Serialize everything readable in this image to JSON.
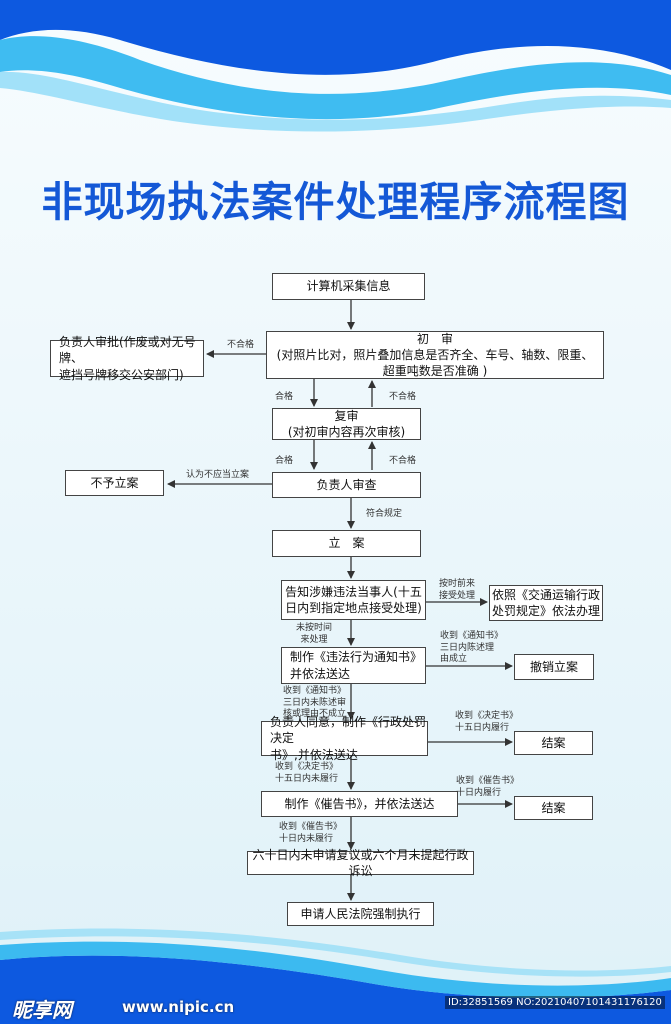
{
  "title": "非现场执法案件处理程序流程图",
  "watermark": {
    "brand": "昵享网",
    "url": "www.nipic.cn",
    "id": "ID:32851569 NO:20210407101431176120"
  },
  "colors": {
    "title": "#1458d6",
    "wave_dark": "#0d59e0",
    "wave_light": "#1fb0ee",
    "background": "#eef7fb"
  },
  "boxes": {
    "collect": "计算机采集信息",
    "initial_title": "初　审",
    "initial_line1": "(对照片比对，照片叠加信息是否齐全、车号、轴数、限重、",
    "initial_line2": "超重吨数是否准确 )",
    "leader_batch_line1": "负责人审批(作废或对无号牌、",
    "leader_batch_line2": "遮挡号牌移交公安部门)",
    "review_title": "复审",
    "review_line2": "(对初审内容再次审核)",
    "no_filing": "不予立案",
    "leader_review": "负责人审查",
    "filing": "立　案",
    "notify_line1": "告知涉嫌违法当事人(十五",
    "notify_line2": "日内到指定地点接受处理)",
    "by_regulation_line1": "依照《交通运输行政",
    "by_regulation_line2": "处罚规定》依法办理",
    "make_notice_line1": "制作《违法行为通知书》",
    "make_notice_line2": "并依法送达",
    "cancel_filing": "撤销立案",
    "decision_line1": "负责人同意，制作《行政处罚决定",
    "decision_line2": "书》,并依法送达",
    "close1": "结案",
    "urge": "制作《催告书》，并依法送达",
    "close2": "结案",
    "sixty_days": "六十日内未申请复议或六个月未提起行政诉讼",
    "court": "申请人民法院强制执行"
  },
  "labels": {
    "unqualified1": "不合格",
    "qualified1": "合格",
    "unqualified2": "不合格",
    "qualified2": "合格",
    "unqualified3": "不合格",
    "should_not_file": "认为不应当立案",
    "meets_rules": "符合规定",
    "on_time_1": "按时前来",
    "on_time_2": "接受处理",
    "late_1": "未按时间",
    "late_2": "来处理",
    "recv_notice_a1": "收到《通知书》",
    "recv_notice_a2": "三日内陈述理",
    "recv_notice_a3": "由成立",
    "recv_notice_b1": "收到《通知书》",
    "recv_notice_b2": "三日内未陈述审",
    "recv_notice_b3": "核或理由不成立",
    "recv_decision_a1": "收到《决定书》",
    "recv_decision_a2": "十五日内履行",
    "recv_decision_b1": "收到《决定书》",
    "recv_decision_b2": "十五日内未履行",
    "recv_urge_a1": "收到《催告书》",
    "recv_urge_a2": "十日内履行",
    "recv_urge_b1": "收到《催告书》",
    "recv_urge_b2": "十日内未履行"
  }
}
